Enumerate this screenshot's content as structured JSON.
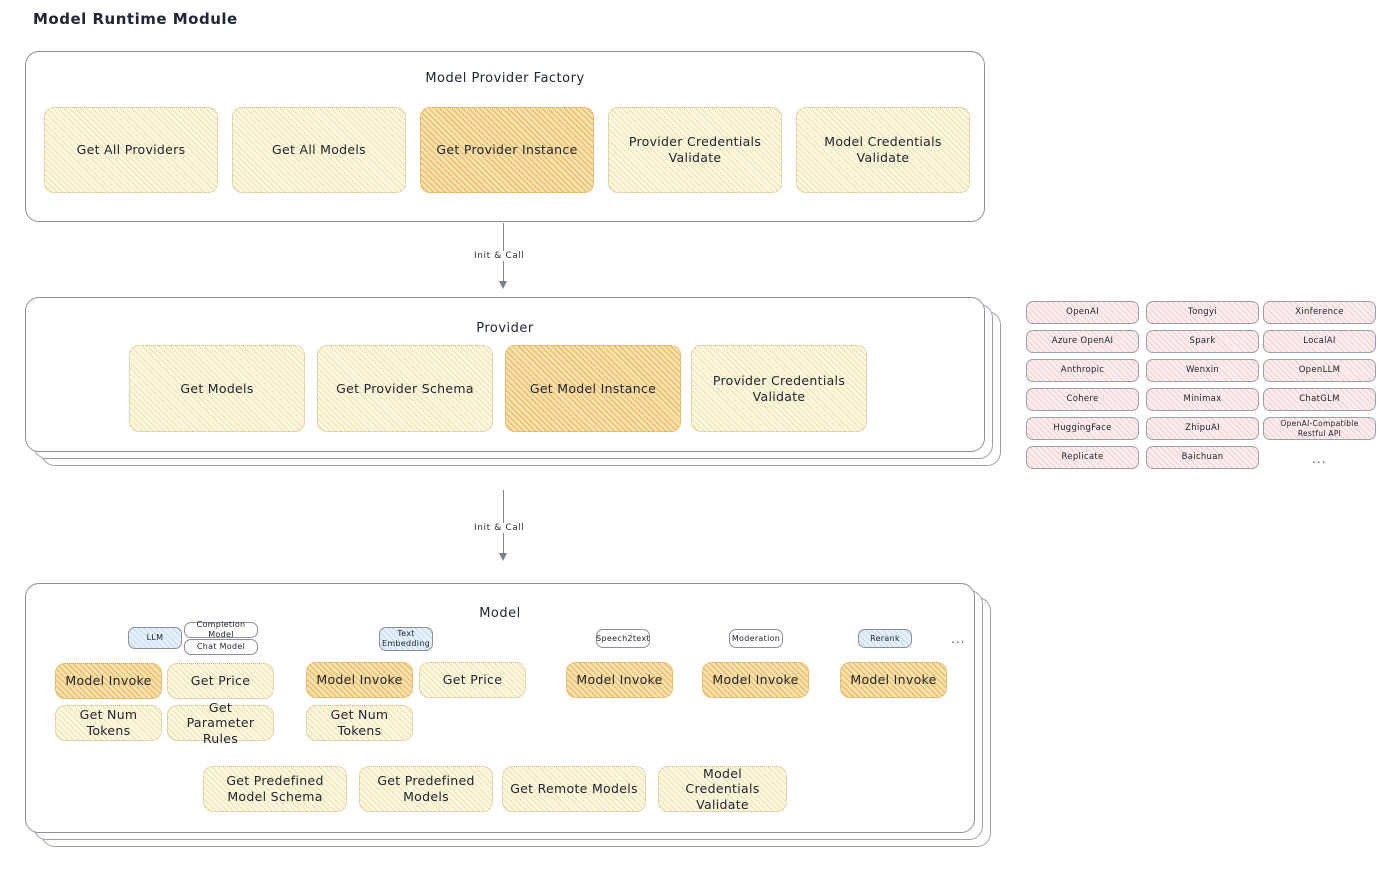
{
  "page": {
    "title": "Model Runtime Module"
  },
  "factory": {
    "title": "Model Provider Factory",
    "items": [
      {
        "label": "Get All Providers",
        "style": "yellow"
      },
      {
        "label": "Get All Models",
        "style": "yellow"
      },
      {
        "label": "Get Provider Instance",
        "style": "orange"
      },
      {
        "label": "Provider Credentials Validate",
        "style": "yellow"
      },
      {
        "label": "Model Credentials Validate",
        "style": "yellow"
      }
    ]
  },
  "connector_1": {
    "label": "Init & Call"
  },
  "provider": {
    "title": "Provider",
    "items": [
      {
        "label": "Get Models",
        "style": "yellow"
      },
      {
        "label": "Get Provider Schema",
        "style": "yellow"
      },
      {
        "label": "Get Model Instance",
        "style": "orange"
      },
      {
        "label": "Provider Credentials Validate",
        "style": "yellow"
      }
    ]
  },
  "provider_list": {
    "columns": [
      [
        "OpenAI",
        "Azure OpenAI",
        "Anthropic",
        "Cohere",
        "HuggingFace",
        "Replicate"
      ],
      [
        "Tongyi",
        "Spark",
        "Wenxin",
        "Minimax",
        "ZhipuAI",
        "Baichuan"
      ],
      [
        "Xinference",
        "LocalAI",
        "OpenLLM",
        "ChatGLM",
        "OpenAI-Compatible Restful API"
      ]
    ],
    "more": "..."
  },
  "connector_2": {
    "label": "Init & Call"
  },
  "model": {
    "title": "Model",
    "more": "...",
    "types": [
      {
        "name": "LLM",
        "style": "blue",
        "sub": [
          "Completion Model",
          "Chat Model"
        ],
        "methods": [
          {
            "label": "Model Invoke",
            "style": "orange"
          },
          {
            "label": "Get Price",
            "style": "yellow"
          },
          {
            "label": "Get Num Tokens",
            "style": "yellow"
          },
          {
            "label": "Get Parameter Rules",
            "style": "yellow"
          }
        ]
      },
      {
        "name": "Text Embedding",
        "style": "blue",
        "sub": [],
        "methods": [
          {
            "label": "Model Invoke",
            "style": "orange"
          },
          {
            "label": "Get Price",
            "style": "yellow"
          },
          {
            "label": "Get Num Tokens",
            "style": "yellow"
          }
        ]
      },
      {
        "name": "Speech2text",
        "style": "white",
        "sub": [],
        "methods": [
          {
            "label": "Model Invoke",
            "style": "orange"
          }
        ]
      },
      {
        "name": "Moderation",
        "style": "white",
        "sub": [],
        "methods": [
          {
            "label": "Model Invoke",
            "style": "orange"
          }
        ]
      },
      {
        "name": "Rerank",
        "style": "blue",
        "sub": [],
        "methods": [
          {
            "label": "Model Invoke",
            "style": "orange"
          }
        ]
      }
    ],
    "common_methods": [
      {
        "label": "Get Predefined Model Schema",
        "style": "yellow"
      },
      {
        "label": "Get Predefined Models",
        "style": "yellow"
      },
      {
        "label": "Get Remote Models",
        "style": "yellow"
      },
      {
        "label": "Model Credentials Validate",
        "style": "yellow"
      }
    ]
  },
  "colors": {
    "panel_border": "#8a8f99",
    "yellow_fill": "#fdf8e3",
    "yellow_hatch": "#e2c45c",
    "orange_fill": "#fbe3b4",
    "orange_hatch": "#e2a028",
    "pink_fill": "#fdeff0",
    "pink_hatch": "#e27882",
    "blue_fill": "#e7f1fb",
    "blue_hatch": "#6ea0d7",
    "text": "#20252f"
  }
}
